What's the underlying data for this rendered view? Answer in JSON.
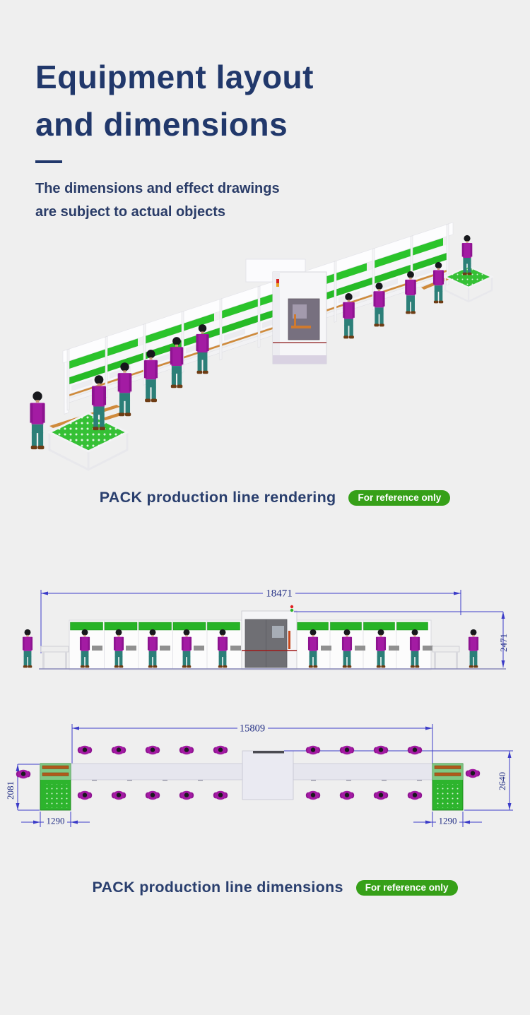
{
  "header": {
    "title_line1": "Equipment layout",
    "title_line2": "and dimensions",
    "subtitle_line1": "The dimensions and effect drawings",
    "subtitle_line2": "are subject to actual objects"
  },
  "rendering_figure": {
    "caption": "PACK production line rendering",
    "badge": "For reference only"
  },
  "dimensions_figure": {
    "caption": "PACK production line dimensions",
    "badge": "For reference only",
    "front_view": {
      "overall_length_mm": "18471",
      "overall_height_mm": "2471"
    },
    "top_view": {
      "line_length_mm": "15809",
      "left_table_depth_mm": "2081",
      "line_width_mm": "2640",
      "left_table_width_mm": "1290",
      "right_table_width_mm": "1290"
    }
  },
  "colors": {
    "background": "#efefef",
    "accent_navy": "#21386b",
    "badge_green": "#36a018",
    "cad_blue": "#3c3cc8",
    "belt_green": "#27b327",
    "worker_purple": "#a31ba3",
    "worker_pants_teal": "#2c7f78"
  }
}
